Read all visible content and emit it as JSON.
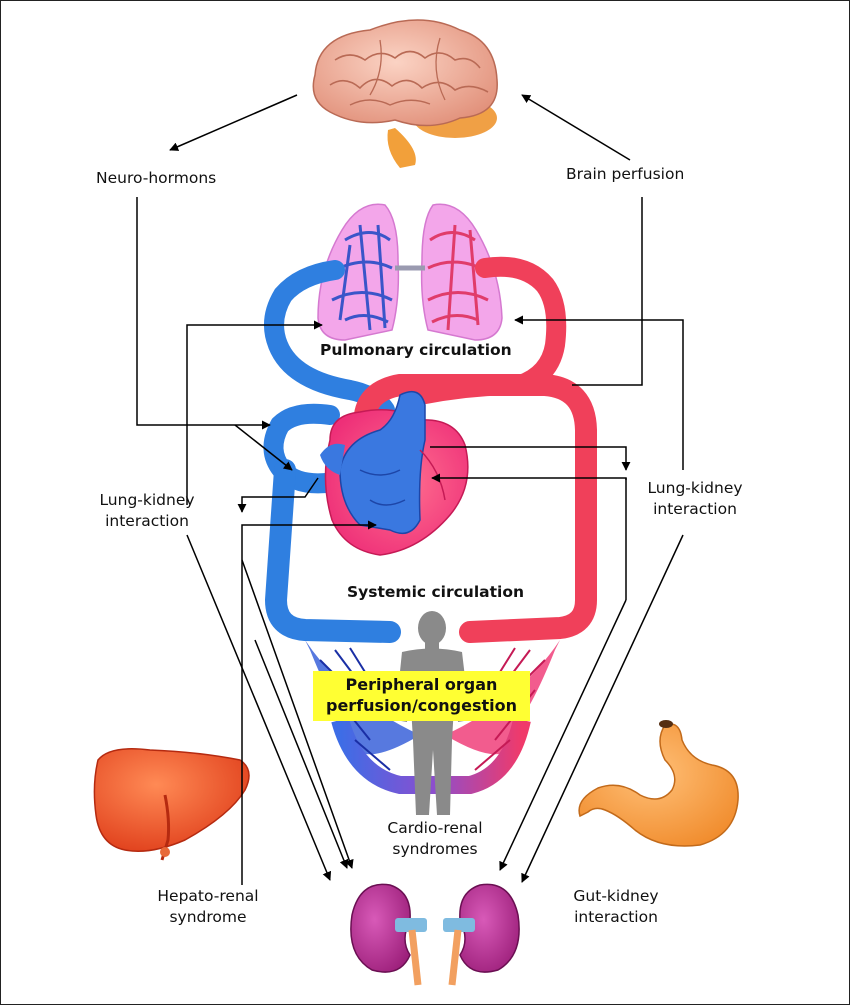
{
  "labels": {
    "neuro_hormons": "Neuro-hormons",
    "brain_perfusion": "Brain perfusion",
    "pulmonary_circulation": "Pulmonary circulation",
    "systemic_circulation": "Systemic circulation",
    "lung_kidney_left_line1": "Lung-kidney",
    "lung_kidney_left_line2": "interaction",
    "lung_kidney_right_line1": "Lung-kidney",
    "lung_kidney_right_line2": "interaction",
    "peripheral_line1": "Peripheral organ",
    "peripheral_line2": "perfusion/congestion",
    "cardio_renal_line1": "Cardio-renal",
    "cardio_renal_line2": "syndromes",
    "hepato_renal_line1": "Hepato-renal",
    "hepato_renal_line2": "syndrome",
    "gut_kidney_line1": "Gut-kidney",
    "gut_kidney_line2": "interaction"
  },
  "colors": {
    "venous_blue": "#2f7fe0",
    "arterial_red": "#f0405a",
    "lung_pink": "#f0a0e6",
    "highlight_yellow": "#ffff33",
    "arrow_black": "#000000"
  }
}
